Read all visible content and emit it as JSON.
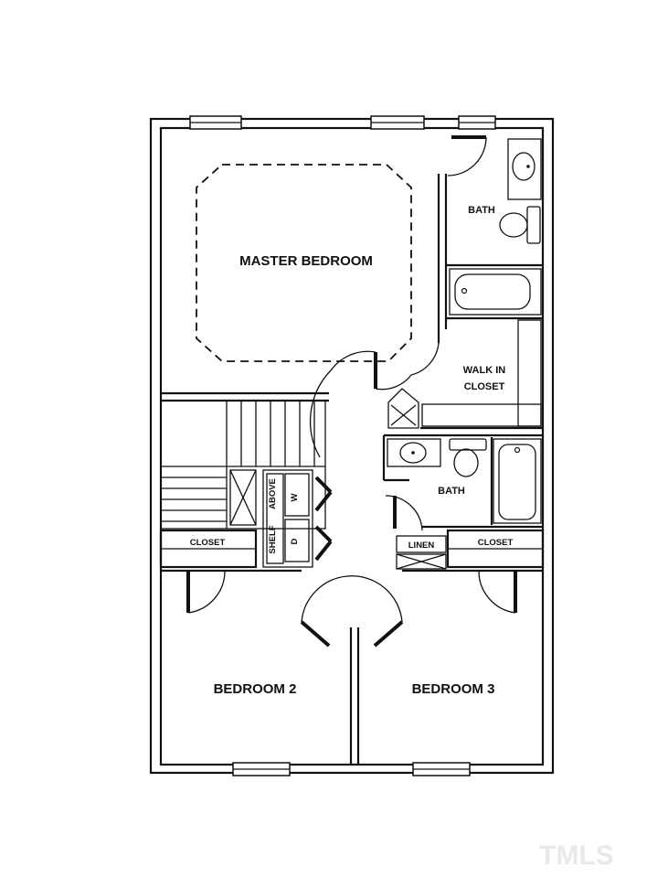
{
  "rooms": {
    "master_bedroom": "MASTER BEDROOM",
    "bath_master": "BATH",
    "walk_in_closet_line1": "WALK IN",
    "walk_in_closet_line2": "CLOSET",
    "bath_hall": "BATH",
    "closet_left": "CLOSET",
    "closet_right": "CLOSET",
    "linen": "LINEN",
    "shelf": "SHELF",
    "above": "ABOVE",
    "washer": "W",
    "dryer": "D",
    "bedroom_2": "BEDROOM 2",
    "bedroom_3": "BEDROOM 3"
  },
  "watermark": "TMLS"
}
